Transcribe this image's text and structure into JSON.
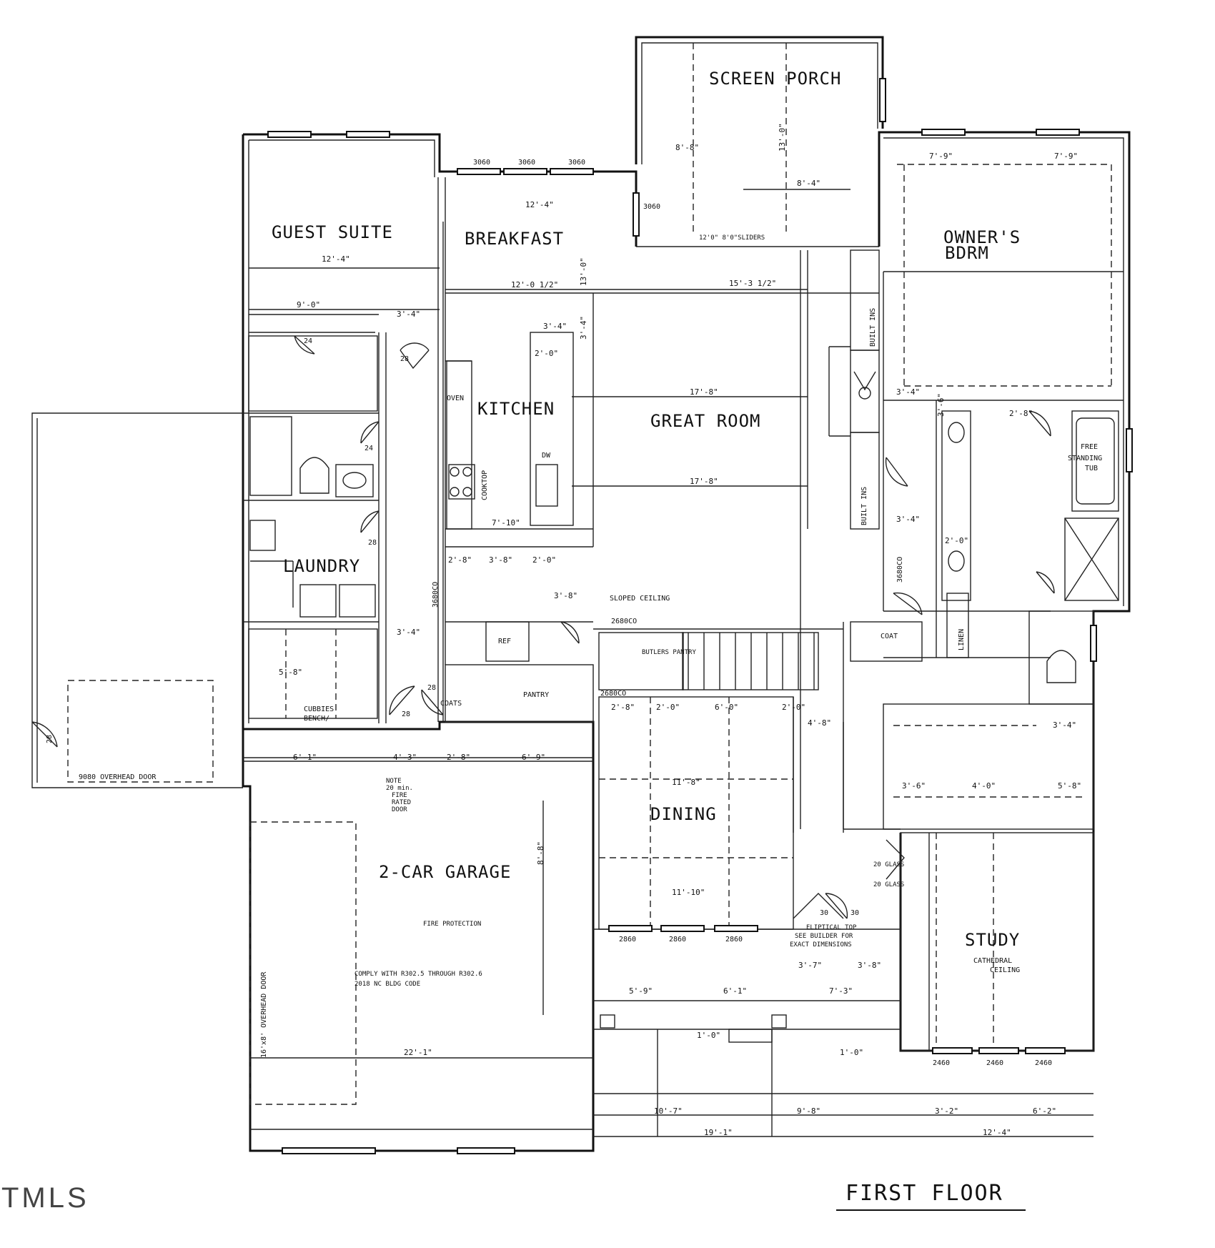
{
  "title": "FIRST FLOOR",
  "watermark": "TMLS",
  "rooms": {
    "screen_porch": "SCREEN PORCH",
    "guest_suite": "GUEST SUITE",
    "breakfast": "BREAKFAST",
    "owners_bdrm_1": "OWNER'S",
    "owners_bdrm_2": "BDRM",
    "kitchen": "KITCHEN",
    "great_room": "GREAT ROOM",
    "laundry": "LAUNDRY",
    "dining": "DINING",
    "garage": "2-CAR GARAGE",
    "study": "STUDY"
  },
  "labels": {
    "oven": "OVEN",
    "cooktop": "COOKTOP",
    "dw": "DW",
    "free_standing_tub_1": "FREE",
    "free_standing_tub_2": "STANDING",
    "free_standing_tub_3": "TUB",
    "built_ins_1": "BUILT INS",
    "built_ins_2": "BUILT INS",
    "coat": "COAT",
    "linen": "LINEN",
    "coats": "COATS",
    "pantry": "PANTRY",
    "butlers_pantry": "BUTLERS PANTRY",
    "sloped_ceiling": "SLOPED CEILING",
    "cubbies_1": "CUBBIES",
    "cubbies_2": "BENCH/",
    "cathedral_1": "CATHEDRAL",
    "cathedral_2": "CEILING",
    "overhead_door_9": "9080 OVERHEAD DOOR",
    "overhead_door_16": "16'x8' OVERHEAD DOOR",
    "glass_1": "20 GLASS",
    "glass_2": "20 GLASS",
    "eliptical_1": "ELIPTICAL TOP",
    "eliptical_2": "SEE BUILDER FOR",
    "eliptical_3": "EXACT DIMENSIONS",
    "fire_1": "FIRE PROTECTION",
    "comply_1": "COMPLY WITH R302.5 THROUGH R302.6",
    "comply_2": "2018 NC BLDG CODE",
    "note_1": "NOTE",
    "note_2": "20 min.",
    "note_3": "FIRE",
    "note_4": "RATED",
    "note_5": "DOOR",
    "sliders": "12'0\" 8'0\"SLIDERS",
    "door_2680_1": "2680CO",
    "door_2680_2": "2680CO",
    "door_3680_1": "3680CO",
    "door_3680_2": "3680CO",
    "door_3060": "3060",
    "refr": "REF"
  },
  "windows": {
    "w1": "3060",
    "w2": "3060",
    "w3": "3060",
    "w4": "2860",
    "w5": "2860",
    "w6": "2860",
    "w7": "2460",
    "w8": "2460",
    "w9": "2460"
  },
  "doors": {
    "d1": "24",
    "d2": "28",
    "d3": "24",
    "d4": "28",
    "d5": "28",
    "d6": "28",
    "d7": "30",
    "d8": "30",
    "d9": "28"
  },
  "dimensions": {
    "d01": "12'-4\"",
    "d02": "12'-4\"",
    "d03": "12'-0 1/2\"",
    "d04": "15'-3 1/2\"",
    "d05": "13'-0\"",
    "d06": "9'-0\"",
    "d07": "3'-4\"",
    "d08": "3'-4\"",
    "d09": "2'-0\"",
    "d10": "17'-8\"",
    "d11": "17'-8\"",
    "d12": "7'-10\"",
    "d13": "3'-8\"",
    "d14": "2'-0\"",
    "d15": "2'-8\"",
    "d16": "6'-1\"",
    "d17": "4'-3\"",
    "d18": "2'-8\"",
    "d19": "6'-9\"",
    "d20": "11'-8\"",
    "d21": "11'-10\"",
    "d22": "22'-1\"",
    "d23": "5'-9\"",
    "d24": "6'-1\"",
    "d25": "7'-3\"",
    "d26": "3'-7\"",
    "d27": "3'-8\"",
    "d28": "10'-7\"",
    "d29": "9'-8\"",
    "d30": "3'-2\"",
    "d31": "6'-2\"",
    "d32": "19'-1\"",
    "d33": "12'-4\"",
    "d34": "7'-9\"",
    "d35": "7'-9\"",
    "d36": "8'-8\"",
    "d37": "8'-4\"",
    "d38": "13'-0\"",
    "d39": "3'-4\"",
    "d40": "3'-4\"",
    "d41": "3'-4\"",
    "d42": "3'-6\"",
    "d43": "5'-8\"",
    "d44": "4'-0\"",
    "d45": "3'-4\"",
    "d46": "2'-8\"",
    "d47": "2'-0\"",
    "d48": "6'-0\"",
    "d49": "2'-0\"",
    "d50": "4'-8\"",
    "d51": "3'-4\"",
    "d52": "8'-8\"",
    "d53": "1'-0\"",
    "d54": "1'-0\"",
    "d55": "3'-8\"",
    "d56": "5'-8\"",
    "d57": "2'-0\"",
    "d58": "2'-8\"",
    "d59": "3'-6\""
  }
}
